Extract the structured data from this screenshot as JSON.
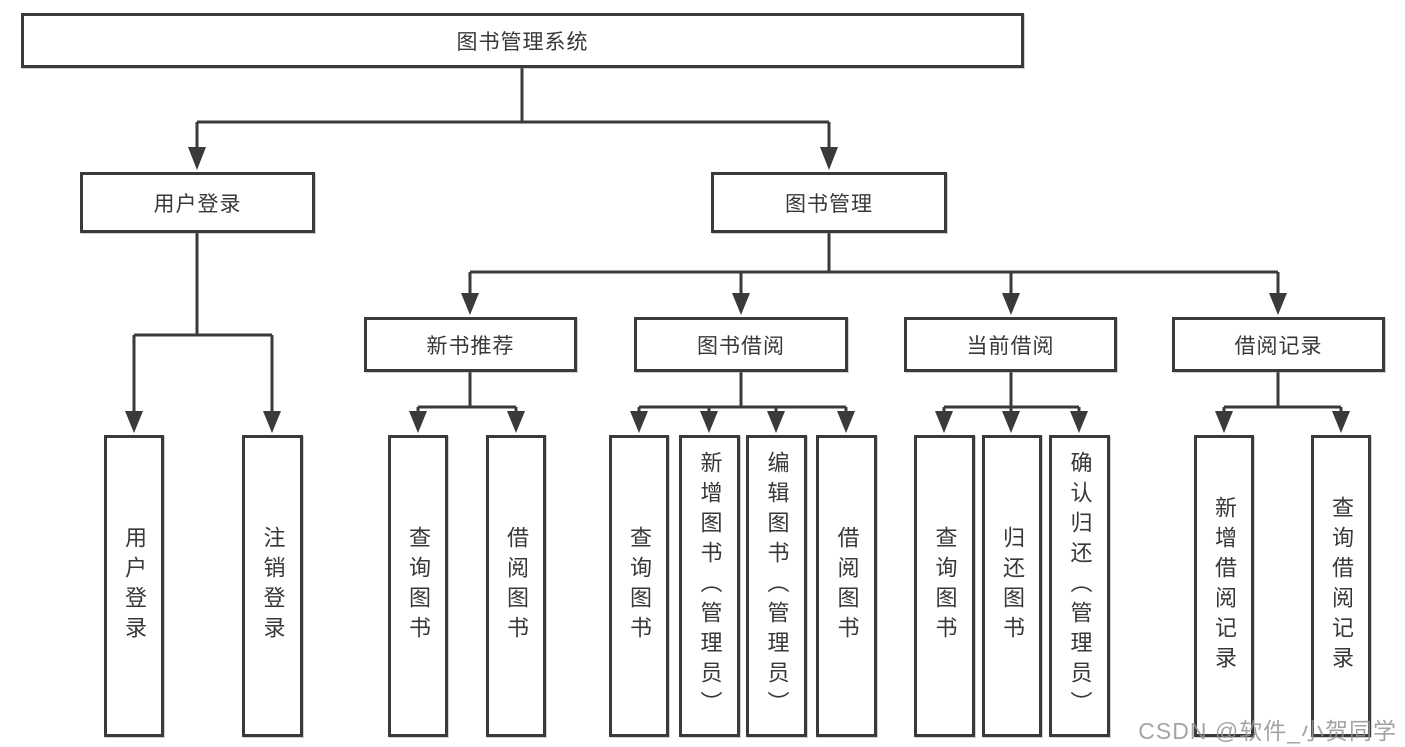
{
  "diagram": {
    "root": {
      "label": "图书管理系统"
    },
    "branches": {
      "login": {
        "label": "用户登录",
        "children": [
          "用户登录",
          "注销登录"
        ]
      },
      "manage": {
        "label": "图书管理"
      }
    },
    "sections": {
      "new_books": {
        "label": "新书推荐",
        "children": [
          "查询图书",
          "借阅图书"
        ]
      },
      "borrowing": {
        "label": "图书借阅",
        "children": [
          "查询图书",
          "新增图书（管理员）",
          "编辑图书（管理员）",
          "借阅图书"
        ]
      },
      "current": {
        "label": "当前借阅",
        "children": [
          "查询图书",
          "归还图书",
          "确认归还（管理员）"
        ]
      },
      "records": {
        "label": "借阅记录",
        "children": [
          "新增借阅记录",
          "查询借阅记录"
        ]
      }
    }
  },
  "watermark": "CSDN @软件_小贺同学",
  "colors": {
    "line": "#3a3a3a",
    "box_border": "#3a3a3a",
    "text": "#383838",
    "background": "#ffffff",
    "watermark": "#949494"
  }
}
